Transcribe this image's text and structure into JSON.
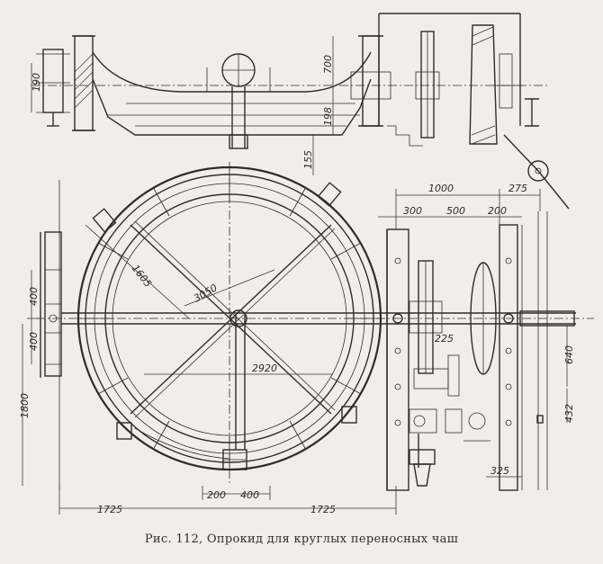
{
  "figure": {
    "caption": "Рис. 112, Опрокид для круглых переносных чаш",
    "dimensions": {
      "d190": "190",
      "d700": "700",
      "d198": "198",
      "d155": "155",
      "d1000": "1000",
      "d275": "275",
      "d300": "300",
      "d500": "500",
      "d200_top": "200",
      "d400_upper": "400",
      "d400_lower": "400",
      "d1605": "1605",
      "d3050": "3050",
      "d225": "225",
      "d640": "640",
      "d2920": "2920",
      "d1800": "1800",
      "d432": "432",
      "d325": "325",
      "d200_bottom": "200",
      "d400_bottom": "400",
      "d1725_left": "1725",
      "d1725_right": "1725"
    }
  }
}
